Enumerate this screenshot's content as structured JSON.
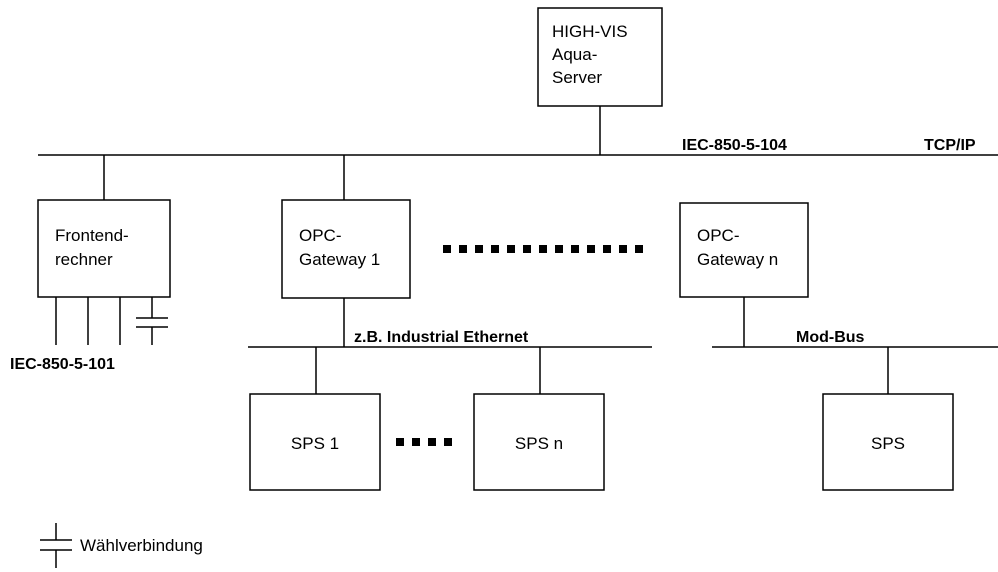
{
  "diagram": {
    "server": {
      "lines": [
        "HIGH-VIS",
        "Aqua-",
        "Server"
      ]
    },
    "backbone": {
      "protocol": "IEC-850-5-104",
      "transport": "TCP/IP"
    },
    "frontend": {
      "lines": [
        "Frontend-",
        "rechner"
      ],
      "protocol": "IEC-850-5-101"
    },
    "gateway1": {
      "lines": [
        "OPC-",
        "Gateway 1"
      ]
    },
    "gatewayN": {
      "lines": [
        "OPC-",
        "Gateway n"
      ]
    },
    "bus_left": {
      "label": "z.B. Industrial Ethernet"
    },
    "bus_right": {
      "label": "Mod-Bus"
    },
    "sps1": {
      "label": "SPS 1"
    },
    "spsN": {
      "label": "SPS n"
    },
    "sps": {
      "label": "SPS"
    },
    "legend": {
      "label": "Wählverbindung"
    }
  }
}
